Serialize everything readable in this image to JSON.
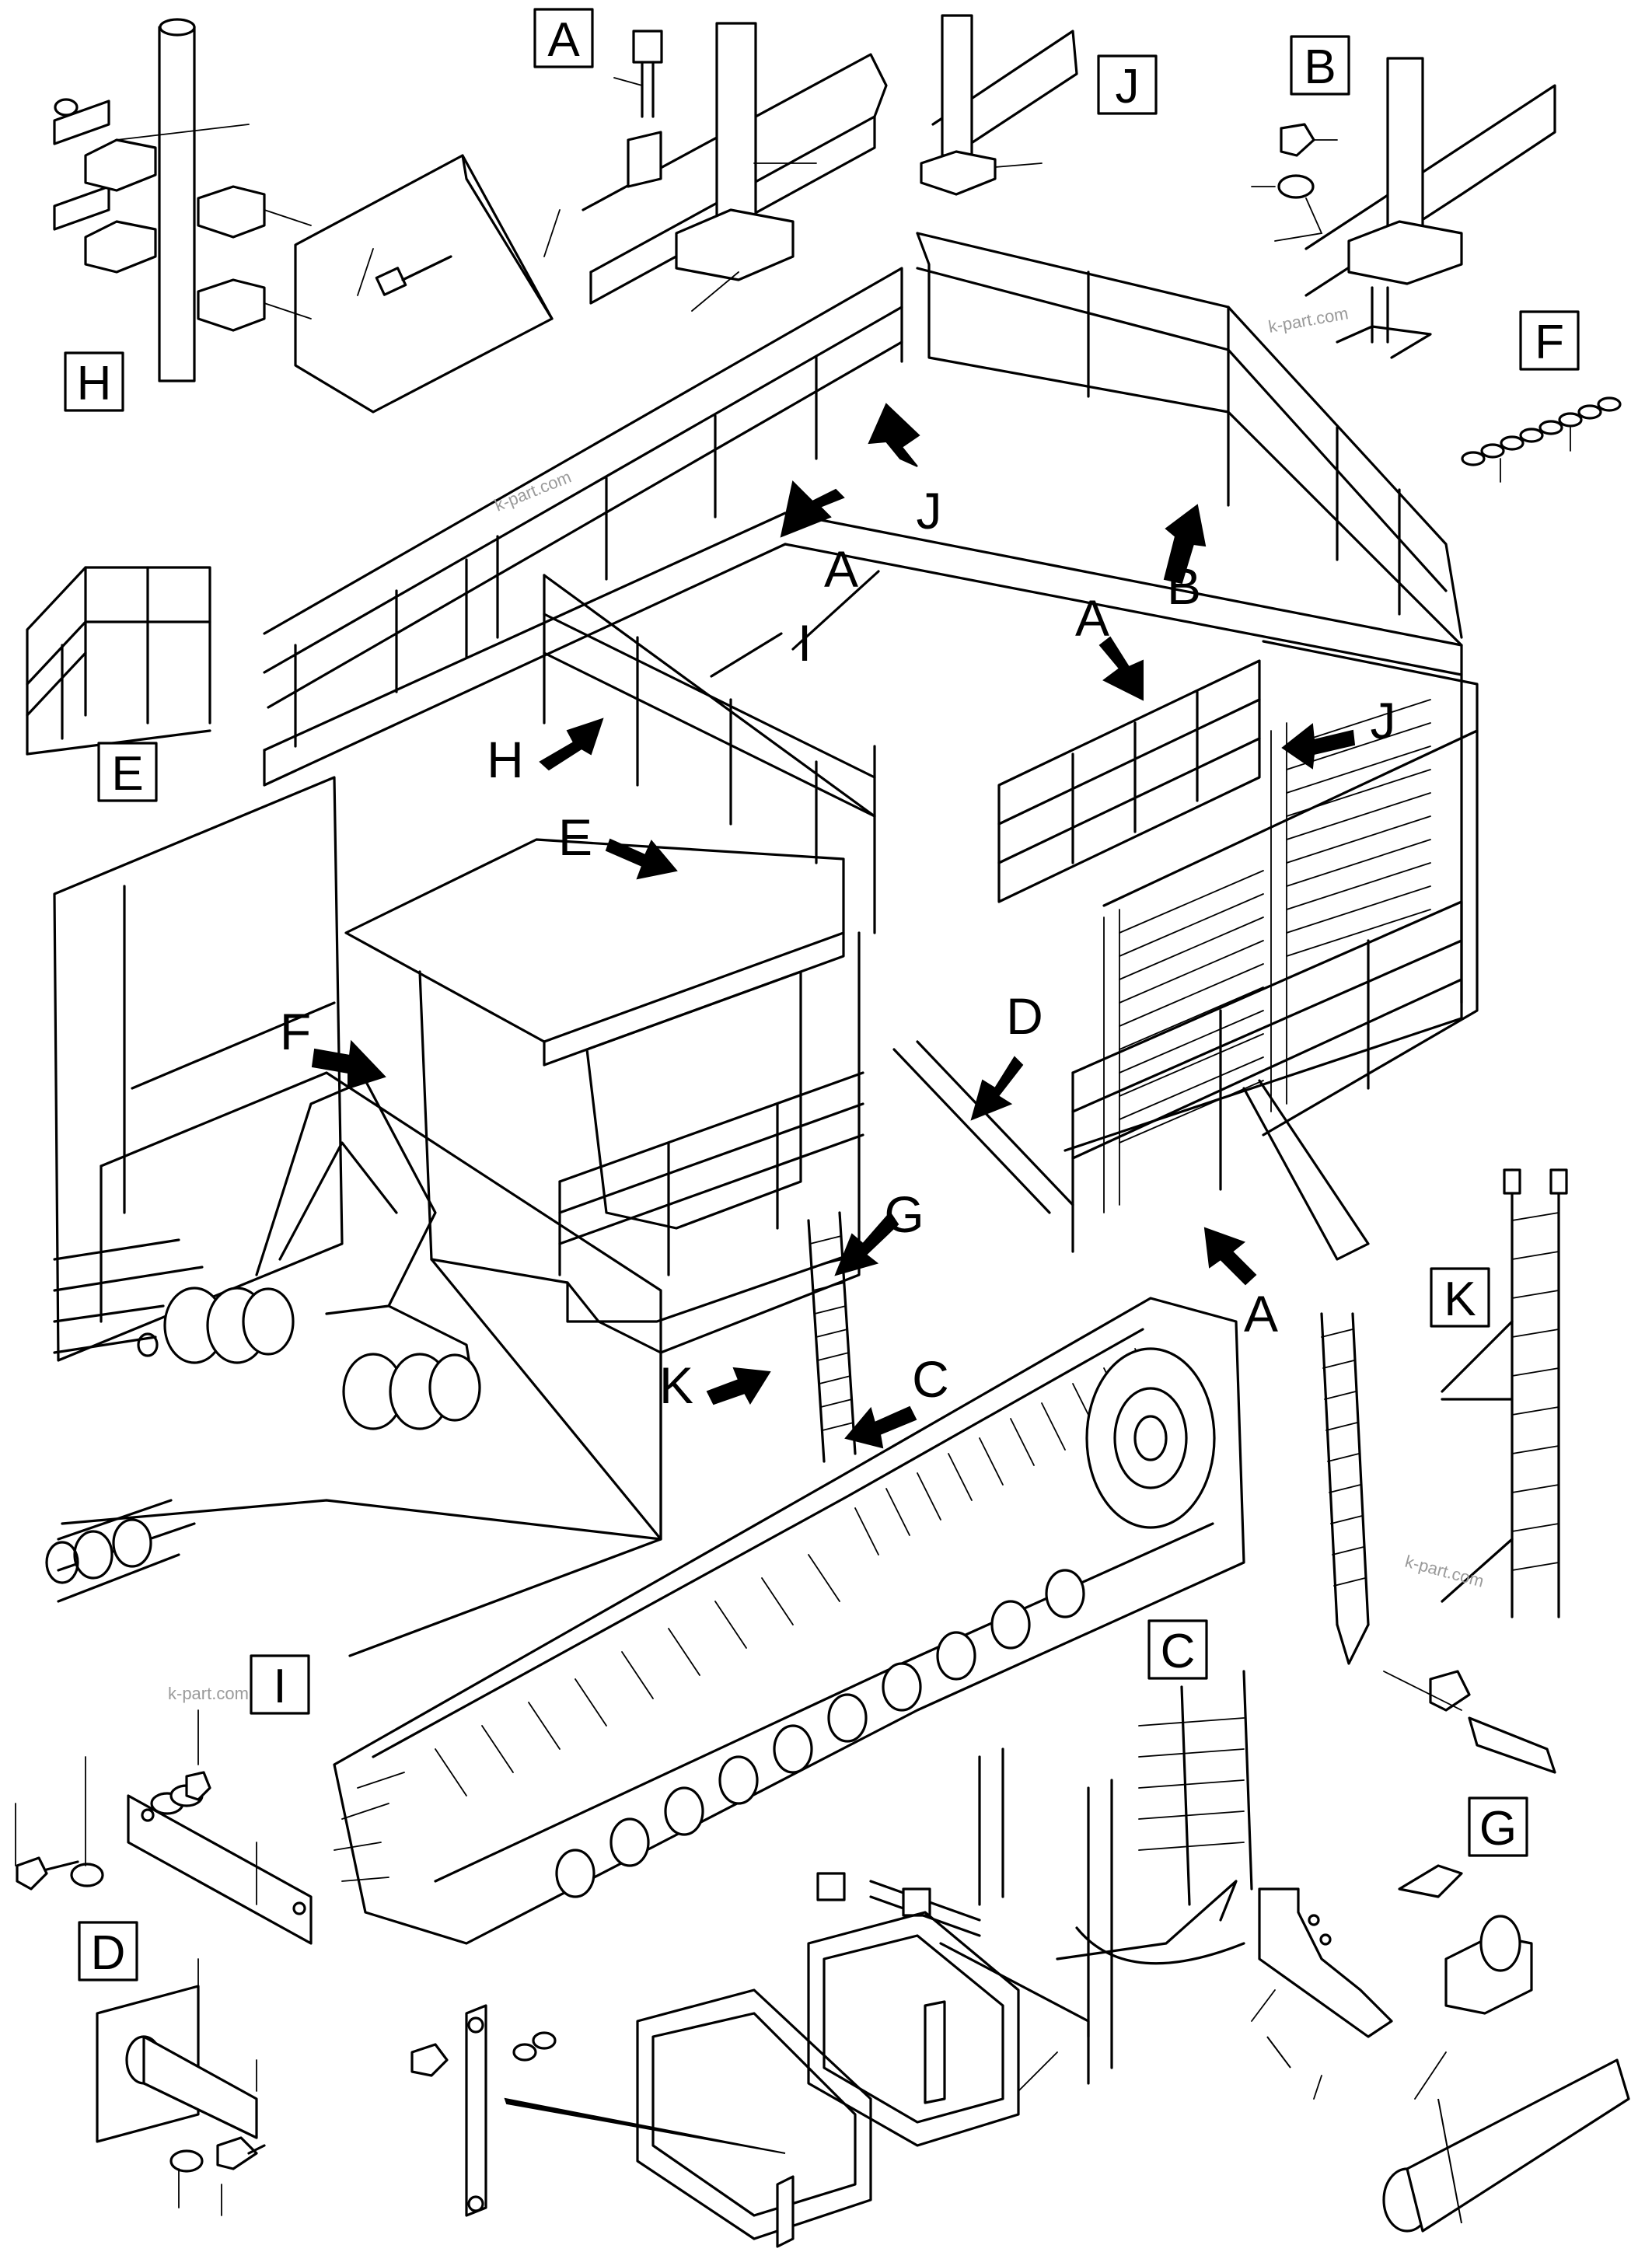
{
  "figure": {
    "detail_boxes": [
      {
        "id": "box-a",
        "letter": "A"
      },
      {
        "id": "box-j",
        "letter": "J"
      },
      {
        "id": "box-b",
        "letter": "B"
      },
      {
        "id": "box-f",
        "letter": "F"
      },
      {
        "id": "box-h",
        "letter": "H"
      },
      {
        "id": "box-e",
        "letter": "E"
      },
      {
        "id": "box-k",
        "letter": "K"
      },
      {
        "id": "box-i",
        "letter": "I"
      },
      {
        "id": "box-c",
        "letter": "C"
      },
      {
        "id": "box-g",
        "letter": "G"
      },
      {
        "id": "box-d",
        "letter": "D"
      }
    ],
    "callouts": [
      {
        "id": "callout-a1",
        "letter": "A"
      },
      {
        "id": "callout-j1",
        "letter": "J"
      },
      {
        "id": "callout-b",
        "letter": "B"
      },
      {
        "id": "callout-a2",
        "letter": "A"
      },
      {
        "id": "callout-j2",
        "letter": "J"
      },
      {
        "id": "callout-i",
        "letter": "I"
      },
      {
        "id": "callout-h",
        "letter": "H"
      },
      {
        "id": "callout-e",
        "letter": "E"
      },
      {
        "id": "callout-d",
        "letter": "D"
      },
      {
        "id": "callout-f",
        "letter": "F"
      },
      {
        "id": "callout-g",
        "letter": "G"
      },
      {
        "id": "callout-a3",
        "letter": "A"
      },
      {
        "id": "callout-k",
        "letter": "K"
      },
      {
        "id": "callout-c",
        "letter": "C"
      }
    ],
    "watermark": "k-part.com"
  }
}
